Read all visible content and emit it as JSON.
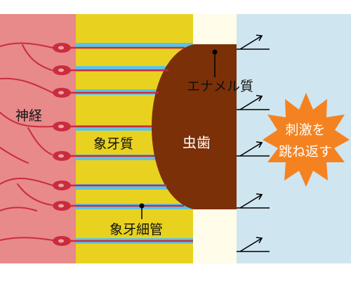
{
  "labels": {
    "nerve": "神経",
    "dentin": "象牙質",
    "enamel": "エナメル質",
    "caries": "虫歯",
    "dentinal_tubule": "象牙細管",
    "stimulus_line1": "刺激を",
    "stimulus_line2": "跳ね返す"
  },
  "colors": {
    "nerve_region": "#e8898a",
    "dentin": "#e9d21f",
    "tubule": "#5bc3e6",
    "nerve_fiber": "#c92d3d",
    "enamel": "#fffdea",
    "caries": "#7b3008",
    "outside": "#cfe5f0",
    "burst": "#f58220"
  },
  "icons": [
    "incoming-arrow-icon",
    "stimulus-burst-icon"
  ]
}
